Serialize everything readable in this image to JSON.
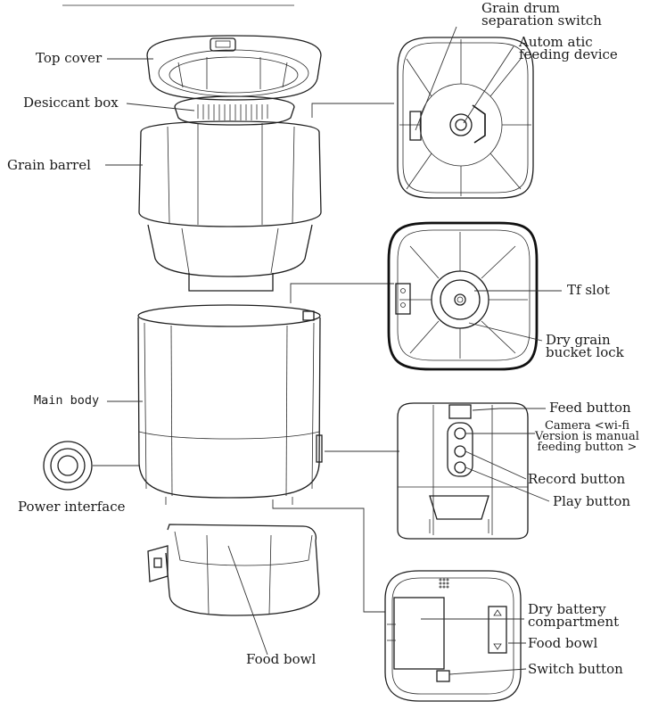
{
  "diagram": {
    "title_partial": "Product structure",
    "labels": {
      "top_cover": "Top cover",
      "desiccant_box": "Desiccant box",
      "grain_barrel": "Grain barrel",
      "main_body": "Main body",
      "power_interface": "Power interface",
      "food_bowl_left": "Food bowl",
      "grain_drum_switch_line1": "Grain drum",
      "grain_drum_switch_line2": "separation switch",
      "auto_feed_line1": "Autom atic",
      "auto_feed_line2": "feeding device",
      "tf_slot": "Tf slot",
      "dry_grain_lock_line1": "Dry grain",
      "dry_grain_lock_line2": "bucket lock",
      "feed_button": "Feed button",
      "camera_line1": "Camera <wi-fi",
      "camera_line2": "Version is manual",
      "camera_line3": "feeding button >",
      "record_button": "Record button",
      "play_button": "Play button",
      "dry_battery_line1": "Dry battery",
      "dry_battery_line2": "compartment",
      "food_bowl_right": "Food bowl",
      "switch_button": "Switch button"
    }
  }
}
